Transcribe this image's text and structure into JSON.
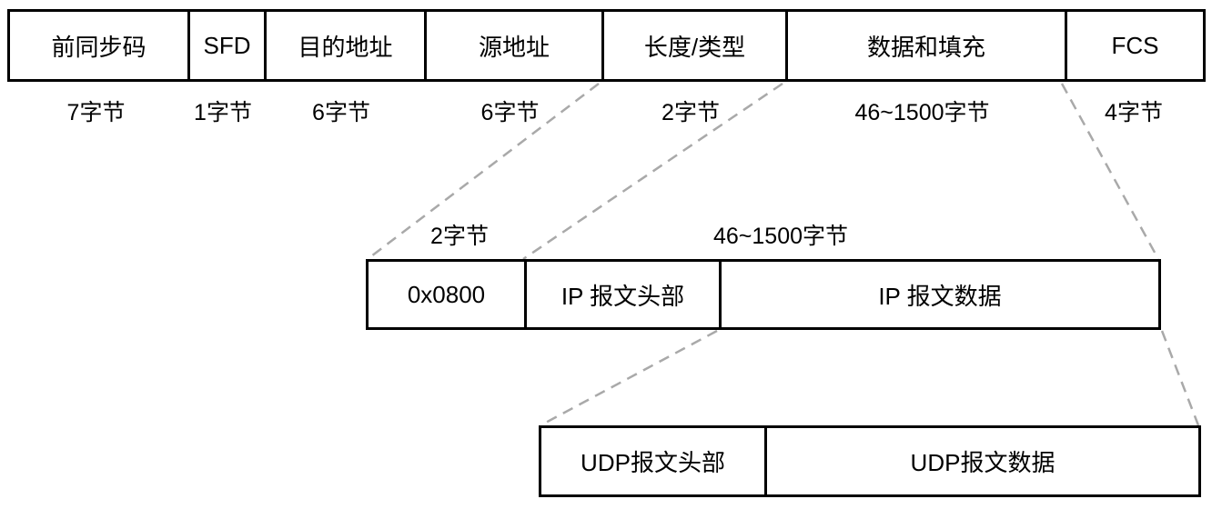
{
  "colors": {
    "border": "#000000",
    "text": "#000000",
    "dashed_line": "#a9a9a9",
    "background": "#ffffff"
  },
  "frame": {
    "fields": [
      {
        "label": "前同步码",
        "bytes": "7字节"
      },
      {
        "label": "SFD",
        "bytes": "1字节"
      },
      {
        "label": "目的地址",
        "bytes": "6字节"
      },
      {
        "label": "源地址",
        "bytes": "6字节"
      },
      {
        "label": "长度/类型",
        "bytes": "2字节"
      },
      {
        "label": "数据和填充",
        "bytes": "46~1500字节"
      },
      {
        "label": "FCS",
        "bytes": "4字节"
      }
    ]
  },
  "ip": {
    "bytes_labels": [
      {
        "text": "2字节"
      },
      {
        "text": "46~1500字节"
      }
    ],
    "fields": [
      {
        "label": "0x0800"
      },
      {
        "label": "IP 报文头部"
      },
      {
        "label": "IP 报文数据"
      }
    ]
  },
  "udp": {
    "fields": [
      {
        "label": "UDP报文头部"
      },
      {
        "label": "UDP报文数据"
      }
    ]
  }
}
